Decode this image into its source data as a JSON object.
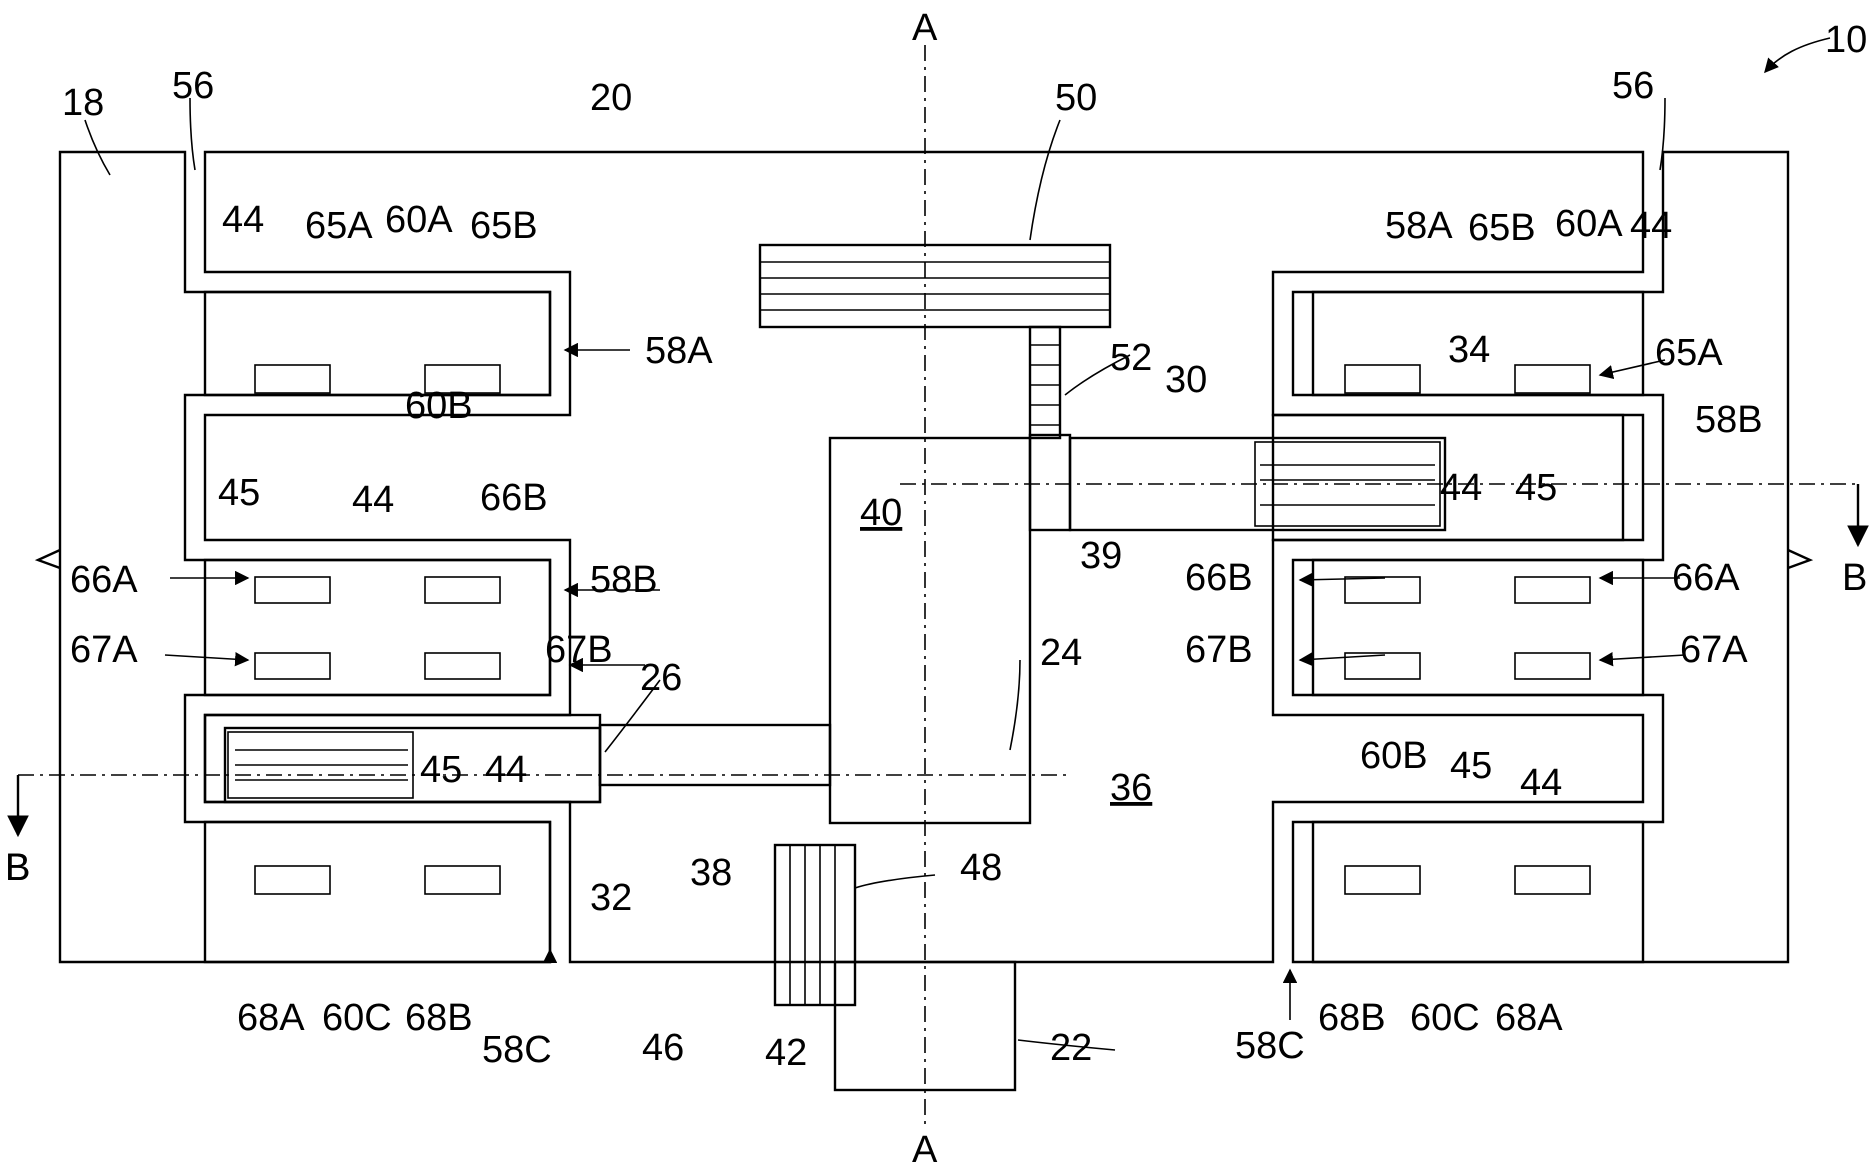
{
  "figure": {
    "section_marks": {
      "a_top": "A",
      "a_bottom": "A",
      "b_left": "B",
      "b_right": "B"
    },
    "reference_labels": [
      "10",
      "18",
      "20",
      "56",
      "56",
      "50",
      "22",
      "46",
      "42",
      "44",
      "65A",
      "60A",
      "65B",
      "58A",
      "45",
      "60B",
      "44",
      "66B",
      "66A",
      "67A",
      "58B",
      "67B",
      "26",
      "45",
      "44",
      "B",
      "68A",
      "60C",
      "68B",
      "58C",
      "32",
      "38",
      "48",
      "40",
      "24",
      "39",
      "52",
      "30",
      "34",
      "58A",
      "65B",
      "60A",
      "44",
      "65A",
      "58B",
      "44",
      "45",
      "66B",
      "66A",
      "67B",
      "67A",
      "60B",
      "45",
      "44",
      "36",
      "58C",
      "68B",
      "60C",
      "68A"
    ]
  }
}
